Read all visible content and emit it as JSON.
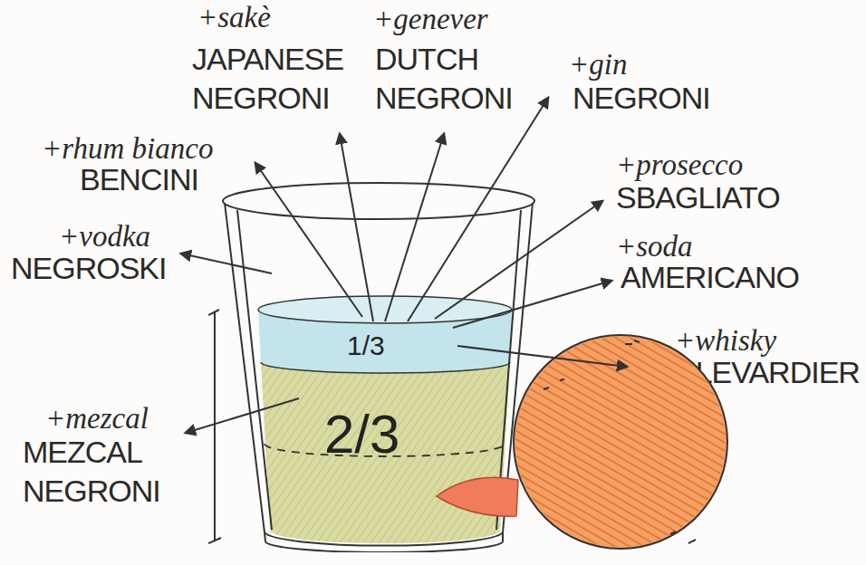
{
  "diagram": {
    "nodes": [
      {
        "text": [
          "1/3",
          "2/3"
        ]
      }
    ],
    "labels": [
      "+sakè",
      "JAPANESE NEGRONI",
      "+genever",
      "DUTCH NEGRONI",
      "+gin",
      "NEGRONI",
      "+rhum bianco",
      "BENCINI",
      "+prosecco",
      "SBAGLIATO",
      "+vodka",
      "NEGROSKI",
      "+soda",
      "AMERICANO",
      "+whisky",
      "BOULEVARDIER",
      "+mezcal",
      "MEZCAL NEGRONI"
    ]
  }
}
